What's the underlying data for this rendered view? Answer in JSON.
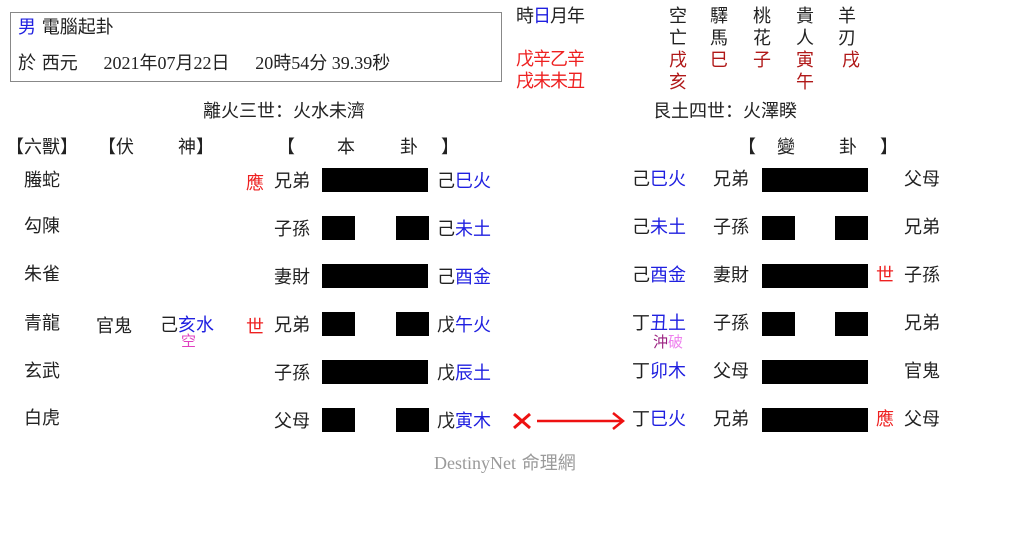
{
  "header": {
    "gender": "男",
    "method": "電腦起卦",
    "date_prefix": "於 西元",
    "date": "2021年07月22日",
    "time": "20時54分 39.39秒"
  },
  "pillars": {
    "labels": [
      "時",
      "日",
      "月",
      "年"
    ],
    "stems": "戊辛乙辛",
    "branches": "戌未未丑"
  },
  "shensha": [
    {
      "name1": "空",
      "name2": "亡",
      "values": [
        "戌",
        "亥"
      ]
    },
    {
      "name1": "驛",
      "name2": "馬",
      "values": [
        "巳"
      ]
    },
    {
      "name1": "桃",
      "name2": "花",
      "values": [
        "子"
      ]
    },
    {
      "name1": "貴",
      "name2": "人",
      "values": [
        "寅",
        "午"
      ]
    },
    {
      "name1": "羊",
      "name2": "刃",
      "values": [
        "戌"
      ]
    }
  ],
  "main_hexagram": {
    "title": "離火三世：火水未濟",
    "headers": {
      "six_beasts": "【六獸】",
      "hidden_open": "【伏",
      "hidden_close": "神】",
      "ben_open": "【",
      "ben_1": "本",
      "ben_2": "卦",
      "ben_close": "】"
    }
  },
  "changed_hexagram": {
    "title": "艮土四世：火澤睽",
    "headers": {
      "open": "【",
      "c1": "變",
      "c2": "卦",
      "close": "】"
    }
  },
  "lines": [
    {
      "beast": "螣蛇",
      "hidden_relation": "",
      "hidden_stem": "",
      "hidden_branch": "",
      "hidden_mark": "",
      "shi_ying": "應",
      "relation": "兄弟",
      "type": "yang",
      "stem": "己",
      "branch": "巳火",
      "moving": false,
      "c_stem": "己",
      "c_branch": "巳火",
      "c_note": "",
      "c_relation": "兄弟",
      "c_type": "yang",
      "c_shi_ying": "",
      "c_orig_relation": "父母"
    },
    {
      "beast": "勾陳",
      "hidden_relation": "",
      "hidden_stem": "",
      "hidden_branch": "",
      "hidden_mark": "",
      "shi_ying": "",
      "relation": "子孫",
      "type": "yin",
      "stem": "己",
      "branch": "未土",
      "moving": false,
      "c_stem": "己",
      "c_branch": "未土",
      "c_note": "",
      "c_relation": "子孫",
      "c_type": "yin",
      "c_shi_ying": "",
      "c_orig_relation": "兄弟"
    },
    {
      "beast": "朱雀",
      "hidden_relation": "",
      "hidden_stem": "",
      "hidden_branch": "",
      "hidden_mark": "",
      "shi_ying": "",
      "relation": "妻財",
      "type": "yang",
      "stem": "己",
      "branch": "酉金",
      "moving": false,
      "c_stem": "己",
      "c_branch": "酉金",
      "c_note": "",
      "c_relation": "妻財",
      "c_type": "yang",
      "c_shi_ying": "世",
      "c_orig_relation": "子孫"
    },
    {
      "beast": "青龍",
      "hidden_relation": "官鬼",
      "hidden_stem": "己",
      "hidden_branch": "亥水",
      "hidden_mark": "空",
      "shi_ying": "世",
      "relation": "兄弟",
      "type": "yin",
      "stem": "戊",
      "branch": "午火",
      "moving": false,
      "c_stem": "丁",
      "c_branch": "丑土",
      "c_note_1": "沖",
      "c_note_2": "破",
      "c_relation": "子孫",
      "c_type": "yin",
      "c_shi_ying": "",
      "c_orig_relation": "兄弟"
    },
    {
      "beast": "玄武",
      "hidden_relation": "",
      "hidden_stem": "",
      "hidden_branch": "",
      "hidden_mark": "",
      "shi_ying": "",
      "relation": "子孫",
      "type": "yang",
      "stem": "戊",
      "branch": "辰土",
      "moving": false,
      "c_stem": "丁",
      "c_branch": "卯木",
      "c_note": "",
      "c_relation": "父母",
      "c_type": "yang",
      "c_shi_ying": "",
      "c_orig_relation": "官鬼"
    },
    {
      "beast": "白虎",
      "hidden_relation": "",
      "hidden_stem": "",
      "hidden_branch": "",
      "hidden_mark": "",
      "shi_ying": "",
      "relation": "父母",
      "type": "yin",
      "stem": "戊",
      "branch": "寅木",
      "moving": true,
      "moving_mark": "✕",
      "c_stem": "丁",
      "c_branch": "巳火",
      "c_note": "",
      "c_relation": "兄弟",
      "c_type": "yang",
      "c_shi_ying": "應",
      "c_orig_relation": "父母"
    }
  ],
  "colors": {
    "branch": "#2020e0",
    "mark": "#ee2020",
    "shensha_value": "#b01818",
    "watermark": "#9a9a9a"
  },
  "watermark": {
    "brand": "DestinyNet",
    "cn": "命理網"
  }
}
